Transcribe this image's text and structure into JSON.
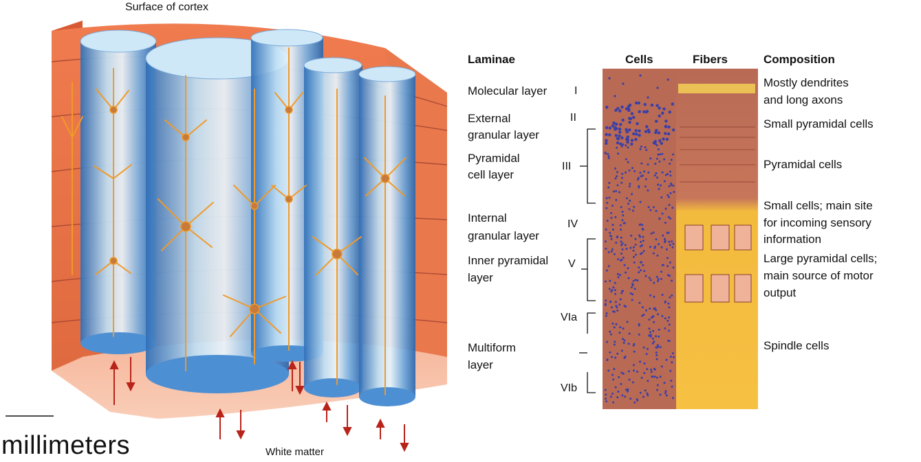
{
  "block": {
    "top_label": "Surface of cortex",
    "bottom_label": "White matter",
    "scale_label": "millimeters"
  },
  "headers": {
    "laminae": "Laminae",
    "cells": "Cells",
    "fibers": "Fibers",
    "composition": "Composition"
  },
  "layers": [
    {
      "name_lines": [
        "Molecular layer"
      ],
      "roman": "I",
      "composition_lines": [
        "Mostly dendrites",
        "and long axons"
      ]
    },
    {
      "name_lines": [
        "External",
        "granular layer"
      ],
      "roman": "II",
      "composition_lines": [
        "Small pyramidal cells"
      ]
    },
    {
      "name_lines": [
        "Pyramidal",
        "cell layer"
      ],
      "roman": "III",
      "composition_lines": [
        "Pyramidal cells"
      ]
    },
    {
      "name_lines": [
        "Internal",
        "granular layer"
      ],
      "roman": "IV",
      "composition_lines": [
        "Small cells; main site",
        "for incoming sensory",
        "information"
      ]
    },
    {
      "name_lines": [
        "Inner pyramidal",
        "layer"
      ],
      "roman": "V",
      "composition_lines": [
        "Large pyramidal cells;",
        "main source of motor",
        "output"
      ]
    },
    {
      "name_lines": [
        "Multiform",
        "layer"
      ],
      "roman": "VIa",
      "roman2": "VIb",
      "composition_lines": [
        "Spindle cells"
      ]
    }
  ],
  "colors": {
    "cortex": "#e8744a",
    "cortex_dark": "#c9542d",
    "column_blue": "#3d7fc9",
    "column_light": "#d8ecf8",
    "neuron": "#f0a030",
    "cells_bg": "#b86a55",
    "cell_dot": "#3a3fa8",
    "fibers_top": "#b86a55",
    "fibers_bottom": "#f6c043",
    "arrow": "#b8231a"
  }
}
